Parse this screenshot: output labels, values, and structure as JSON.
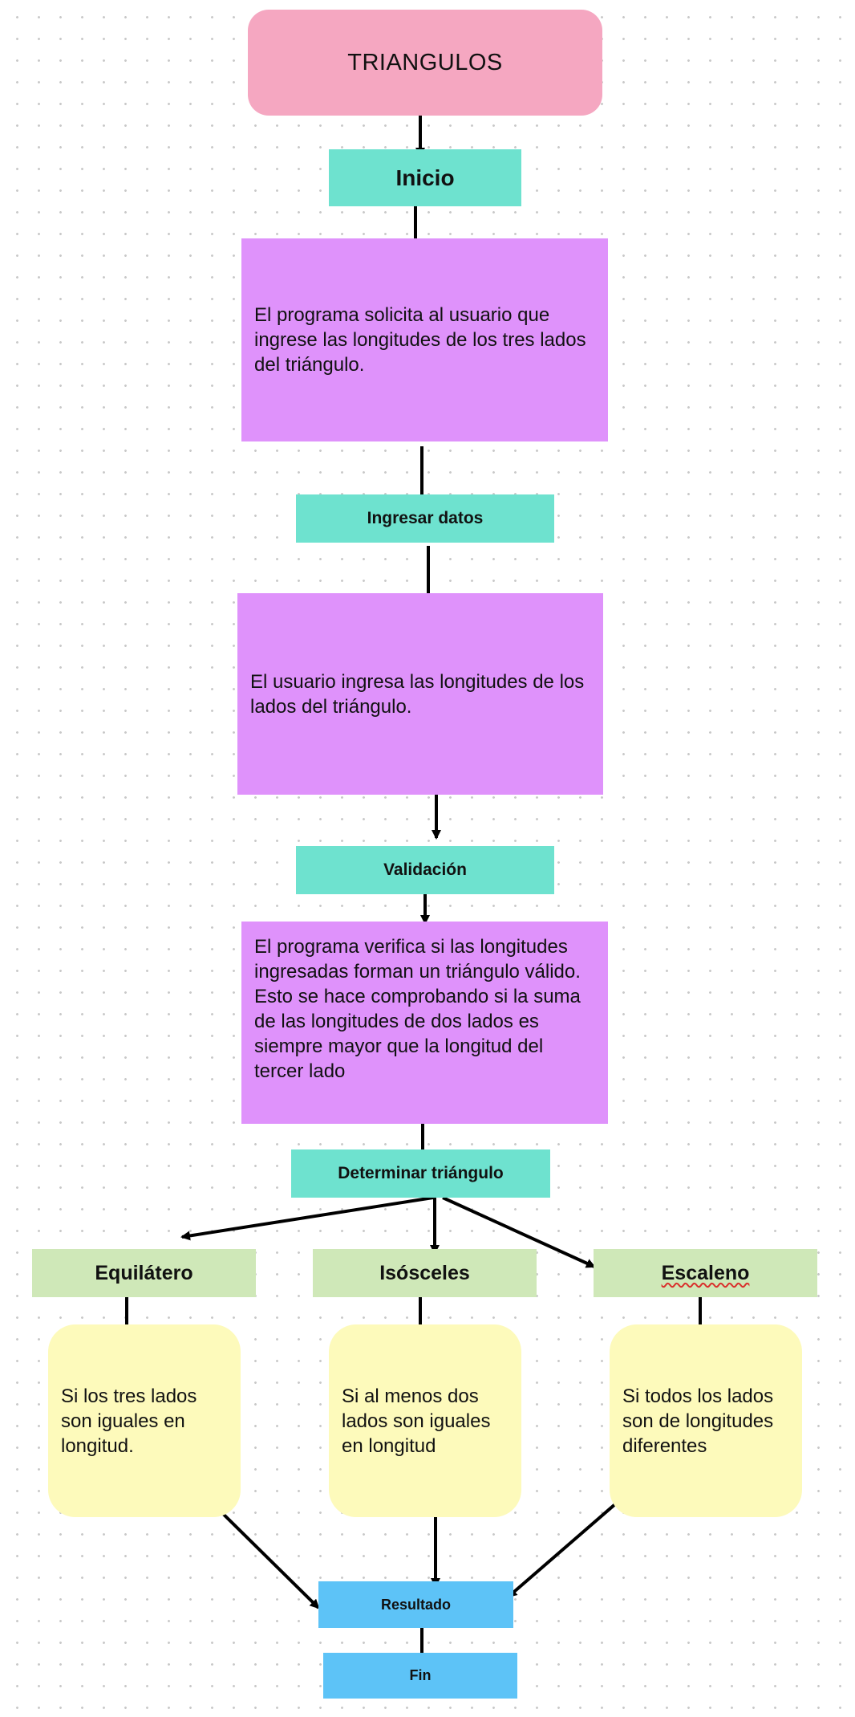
{
  "title": "TRIANGULOS",
  "steps": {
    "inicio": "Inicio",
    "solicita": "El programa solicita al usuario que ingrese las longitudes de los tres lados del triángulo.",
    "ingresar": "Ingresar datos",
    "ingresa": "El usuario ingresa las longitudes de los lados del triángulo.",
    "validacion": "Validación",
    "verifica": "El programa verifica si las longitudes ingresadas forman un triángulo válido. Esto se hace comprobando si la suma de las longitudes de dos lados es siempre mayor que la longitud del tercer lado",
    "determinar": "Determinar triángulo",
    "resultado": "Resultado",
    "fin": "Fin"
  },
  "types": [
    {
      "label": "Equilátero",
      "desc": "Si los tres lados son iguales en longitud."
    },
    {
      "label": "Isósceles",
      "desc": "Si al menos dos lados son iguales en longitud"
    },
    {
      "label": "Escaleno",
      "desc": "Si todos los lados son de longitudes diferentes"
    }
  ],
  "colors": {
    "title": "#f5a7c1",
    "step": "#6ee2cf",
    "process": "#df92fb",
    "type": "#cfe8b8",
    "description": "#fdfabb",
    "terminal": "#5dc3f7",
    "arrow": "#000000"
  }
}
